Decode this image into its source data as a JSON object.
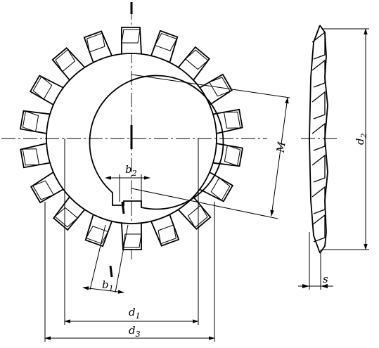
{
  "labels": {
    "b2": {
      "main": "b",
      "sub": "2"
    },
    "b1": {
      "main": "b",
      "sub": "1"
    },
    "M": "M",
    "d1": {
      "main": "d",
      "sub": "1"
    },
    "d3": {
      "main": "d",
      "sub": "3"
    },
    "d2": {
      "main": "d",
      "sub": "2"
    },
    "s": "s"
  },
  "washer": {
    "tooth_count": 18
  }
}
